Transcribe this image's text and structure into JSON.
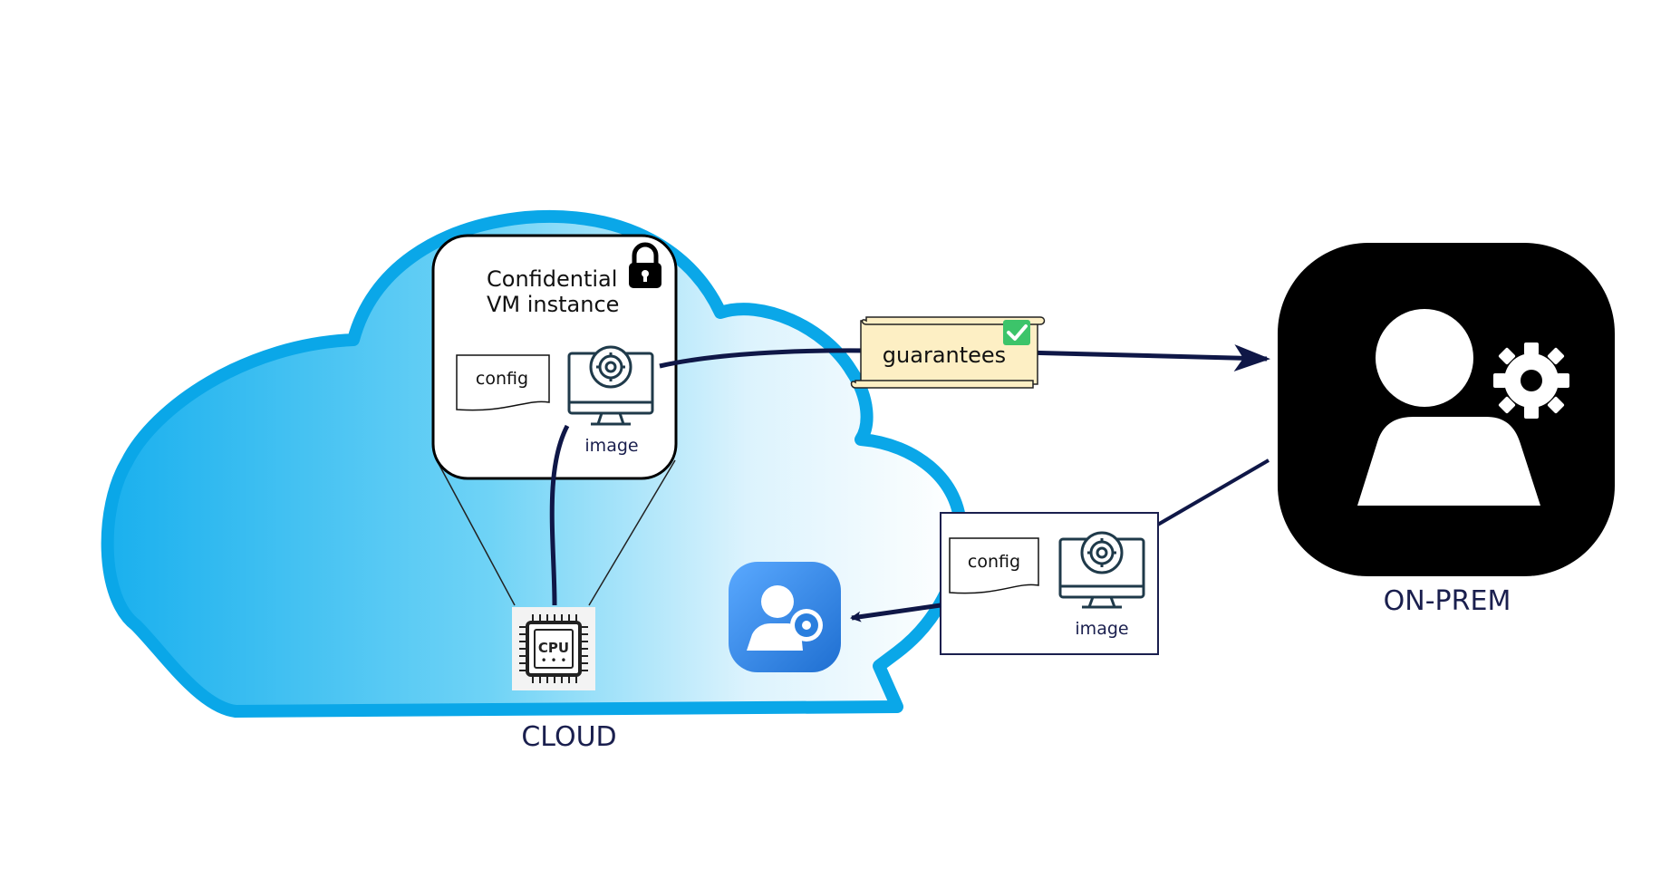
{
  "cloud": {
    "label": "CLOUD"
  },
  "onprem": {
    "label": "ON-PREM"
  },
  "vm": {
    "title_line1": "Confidential",
    "title_line2": "VM instance",
    "config_label": "config",
    "image_label": "image"
  },
  "chip": {
    "label": "CPU"
  },
  "guarantees": {
    "label": "guarantees"
  },
  "package": {
    "config_label": "config",
    "image_label": "image"
  },
  "colors": {
    "cloud": "#0aa7e8",
    "arrow": "#0f1747",
    "onprem_bg": "#000000",
    "scroll_bg": "#fdefc4",
    "check": "#3cc46a",
    "admin_blue": "#2a7fde"
  }
}
